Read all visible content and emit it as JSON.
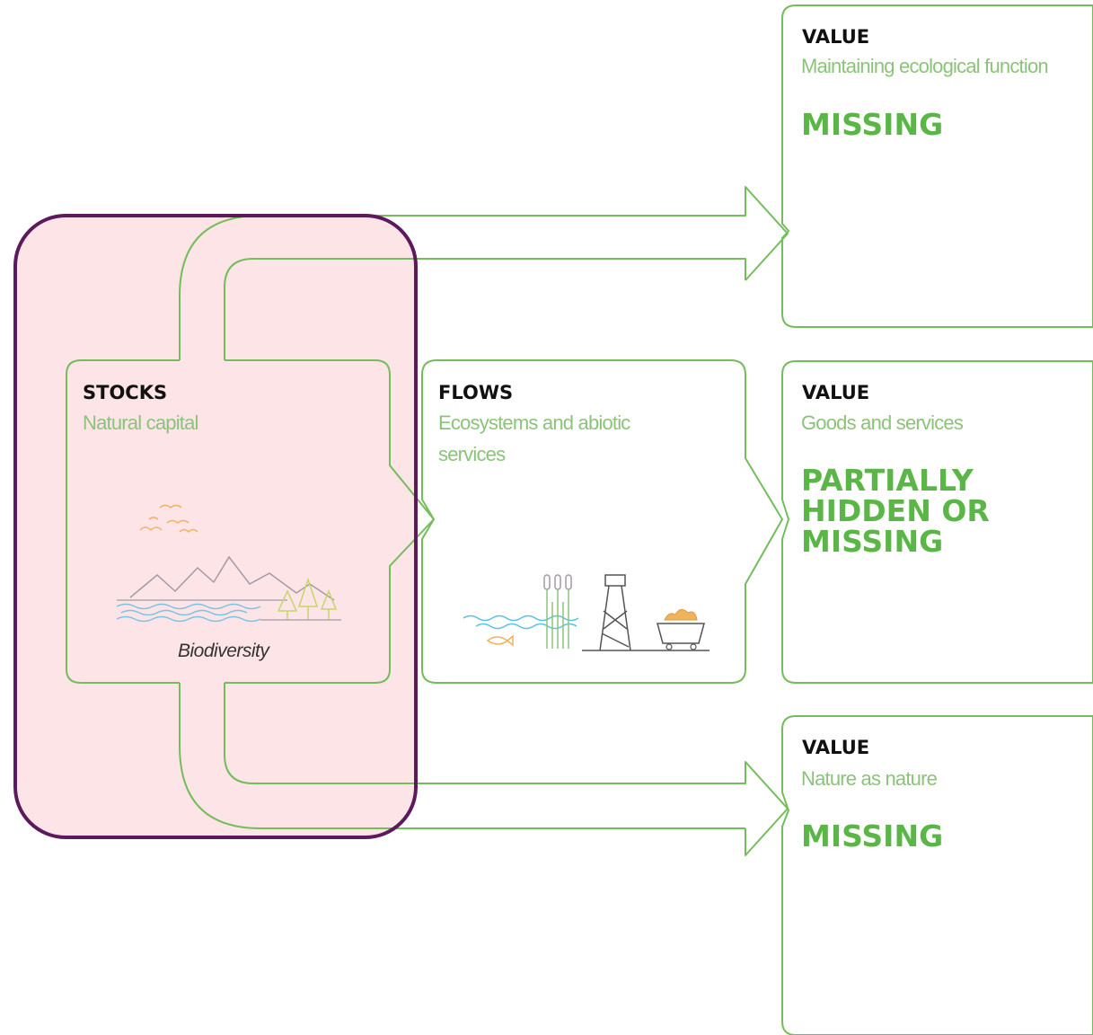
{
  "colors": {
    "outline_green": "#74bd5c",
    "text_green": "#5bb648",
    "subtitle_green": "#8cc37a",
    "heading_black": "#111111",
    "highlight_fill": "#fde4e6",
    "highlight_border": "#5c1a5c"
  },
  "stocks": {
    "heading": "STOCKS",
    "subtitle": "Natural capital",
    "caption": "Biodiversity",
    "illustration": "birds-mountains-water-trees-icon"
  },
  "flows": {
    "heading": "FLOWS",
    "subtitle": "Ecosystems and abiotic services",
    "illustration": "water-fish-reeds-mine-cart-icon"
  },
  "values": [
    {
      "heading": "VALUE",
      "subtitle": "Maintaining ecological function",
      "status": "MISSING"
    },
    {
      "heading": "VALUE",
      "subtitle": "Goods and services",
      "status": "PARTIALLY HIDDEN OR MISSING"
    },
    {
      "heading": "VALUE",
      "subtitle": "Nature as nature",
      "status": "MISSING"
    }
  ]
}
